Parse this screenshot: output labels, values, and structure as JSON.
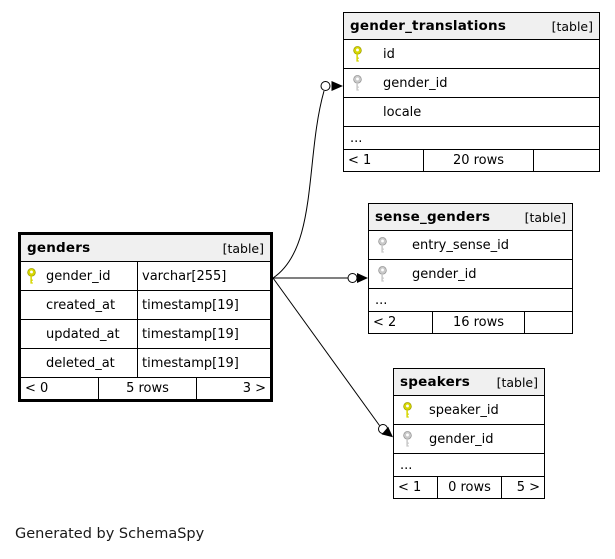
{
  "diagram_note": "Generated by SchemaSpy",
  "colors": {
    "header_bg": "#f0f0f0",
    "border": "#000000",
    "primary_key_icon": "#d6d600",
    "foreign_key_icon": "#c9c9c9",
    "background": "#ffffff"
  },
  "tables": {
    "gender_translations": {
      "name": "gender_translations",
      "tag": "[table]",
      "columns": [
        {
          "name": "id",
          "key": "primary"
        },
        {
          "name": "gender_id",
          "key": "foreign"
        },
        {
          "name": "locale",
          "key": ""
        }
      ],
      "ellipsis": "...",
      "footer": {
        "left": "< 1",
        "center": "20 rows",
        "right": ""
      }
    },
    "genders": {
      "name": "genders",
      "tag": "[table]",
      "columns": [
        {
          "name": "gender_id",
          "type": "varchar[255]",
          "key": "primary"
        },
        {
          "name": "created_at",
          "type": "timestamp[19]",
          "key": ""
        },
        {
          "name": "updated_at",
          "type": "timestamp[19]",
          "key": ""
        },
        {
          "name": "deleted_at",
          "type": "timestamp[19]",
          "key": ""
        }
      ],
      "footer": {
        "left": "< 0",
        "center": "5 rows",
        "right": "3 >"
      }
    },
    "sense_genders": {
      "name": "sense_genders",
      "tag": "[table]",
      "columns": [
        {
          "name": "entry_sense_id",
          "key": "foreign"
        },
        {
          "name": "gender_id",
          "key": "foreign"
        }
      ],
      "ellipsis": "...",
      "footer": {
        "left": "< 2",
        "center": "16 rows",
        "right": ""
      }
    },
    "speakers": {
      "name": "speakers",
      "tag": "[table]",
      "columns": [
        {
          "name": "speaker_id",
          "key": "primary"
        },
        {
          "name": "gender_id",
          "key": "foreign"
        }
      ],
      "ellipsis": "...",
      "footer": {
        "left": "< 1",
        "center": "0 rows",
        "right": "5 >"
      }
    }
  },
  "relationships": [
    {
      "from": "genders.gender_id",
      "to": "gender_translations.gender_id"
    },
    {
      "from": "genders.gender_id",
      "to": "sense_genders.gender_id"
    },
    {
      "from": "genders.gender_id",
      "to": "speakers.gender_id"
    }
  ]
}
